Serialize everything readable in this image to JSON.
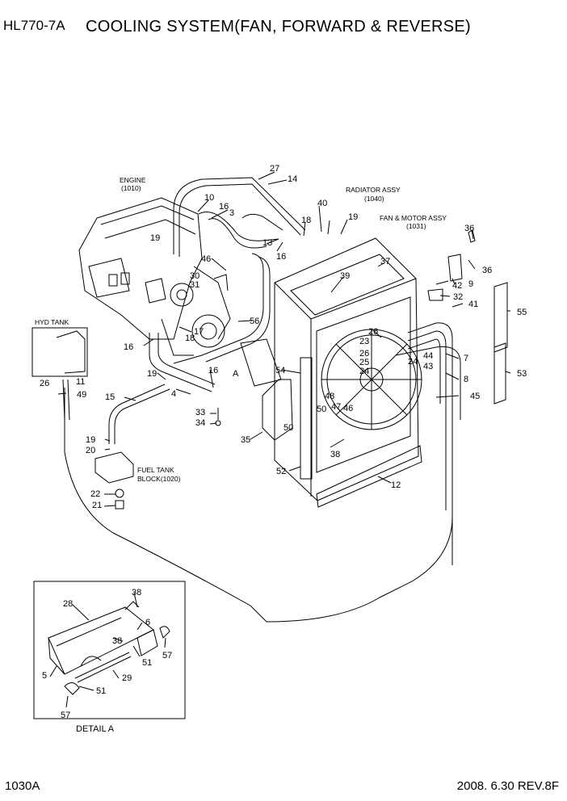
{
  "header": {
    "model": "HL770-7A",
    "title": "COOLING SYSTEM(FAN, FORWARD & REVERSE)"
  },
  "footer": {
    "page_code": "1030A",
    "revision": "2008. 6.30 REV.8F"
  },
  "captions": {
    "engine": "ENGINE",
    "engine_code": "(1010)",
    "radiator": "RADIATOR ASSY",
    "radiator_code": "(1040)",
    "fan_motor": "FAN & MOTOR ASSY",
    "fan_motor_code": "(1031)",
    "hyd_tank": "HYD TANK",
    "fuel_tank": "FUEL TANK",
    "fuel_tank_block": "BLOCK(1020)",
    "detail_a": "DETAIL A",
    "detail_marker": "A"
  },
  "callouts": [
    "27",
    "14",
    "10",
    "16",
    "3",
    "40",
    "18",
    "19",
    "19",
    "46",
    "13",
    "16",
    "30",
    "31",
    "37",
    "39",
    "36",
    "36",
    "9",
    "42",
    "32",
    "41",
    "55",
    "56",
    "17",
    "18",
    "16",
    "16",
    "19",
    "4",
    "26",
    "23",
    "26",
    "25",
    "24",
    "44",
    "24",
    "43",
    "7",
    "8",
    "53",
    "45",
    "54",
    "48",
    "47",
    "46",
    "50",
    "50",
    "33",
    "34",
    "35",
    "38",
    "52",
    "12",
    "15",
    "19",
    "20",
    "22",
    "21",
    "26",
    "11",
    "49",
    "28",
    "38",
    "6",
    "38",
    "51",
    "57",
    "5",
    "29",
    "51",
    "57"
  ]
}
